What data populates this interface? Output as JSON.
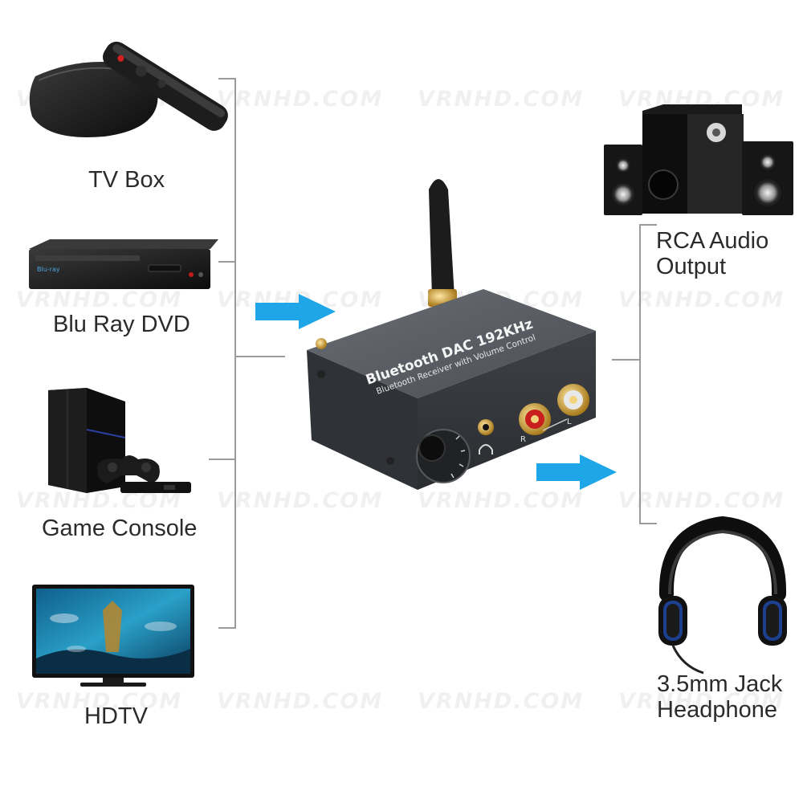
{
  "watermark": "VRNHD.COM",
  "sources": [
    {
      "label": "TV Box",
      "icon": "tv-box-icon"
    },
    {
      "label": "Blu Ray DVD",
      "icon": "bluray-player-icon"
    },
    {
      "label": "Game Console",
      "icon": "game-console-icon"
    },
    {
      "label": "HDTV",
      "icon": "hdtv-icon"
    }
  ],
  "device": {
    "title": "Bluetooth DAC 192KHz",
    "subtitle": "Bluetooth Receiver with Volume Control",
    "channel_r": "R",
    "channel_l": "L"
  },
  "outputs": [
    {
      "label": "RCA Audio\nOutput",
      "icon": "speaker-system-icon"
    },
    {
      "label": "3.5mm Jack\nHeadphone",
      "icon": "headphone-icon"
    }
  ],
  "colors": {
    "arrow": "#1ea6e8",
    "connector_line": "#9a9a9a",
    "device_body": "#3a3d42",
    "label_text": "#2b2b2b"
  }
}
